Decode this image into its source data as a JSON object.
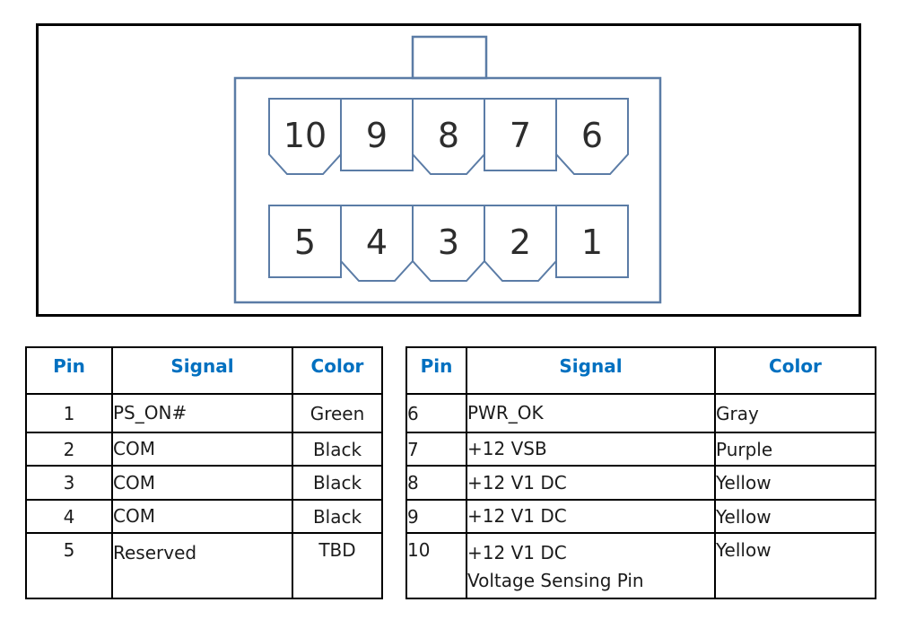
{
  "connector": {
    "outline_color": "#5b7ca6",
    "pin_number_color": "#2d2d2d",
    "rows": [
      {
        "pins": [
          {
            "label": "10",
            "chamfered": true
          },
          {
            "label": "9",
            "chamfered": false
          },
          {
            "label": "8",
            "chamfered": true
          },
          {
            "label": "7",
            "chamfered": false
          },
          {
            "label": "6",
            "chamfered": true
          }
        ]
      },
      {
        "pins": [
          {
            "label": "5",
            "chamfered": false
          },
          {
            "label": "4",
            "chamfered": true
          },
          {
            "label": "3",
            "chamfered": true
          },
          {
            "label": "2",
            "chamfered": true
          },
          {
            "label": "1",
            "chamfered": false
          }
        ]
      }
    ]
  },
  "tables": {
    "header_text_color": "#0070C0",
    "body_text_color": "#1c1c1c",
    "left": {
      "headers": [
        "Pin",
        "Signal",
        "Color"
      ],
      "rows": [
        {
          "pin": "1",
          "signal": "PS_ON#",
          "color": "Green"
        },
        {
          "pin": "2",
          "signal": "COM",
          "color": "Black"
        },
        {
          "pin": "3",
          "signal": "COM",
          "color": "Black"
        },
        {
          "pin": "4",
          "signal": "COM",
          "color": "Black"
        },
        {
          "pin": "5",
          "signal": "Reserved",
          "color": "TBD"
        }
      ]
    },
    "right": {
      "headers": [
        "Pin",
        "Signal",
        "Color"
      ],
      "rows": [
        {
          "pin": "6",
          "signal": "PWR_OK",
          "color": "Gray"
        },
        {
          "pin": "7",
          "signal": "+12 VSB",
          "color": "Purple"
        },
        {
          "pin": "8",
          "signal": "+12 V1 DC",
          "color": "Yellow"
        },
        {
          "pin": "9",
          "signal": "+12 V1 DC",
          "color": "Yellow"
        },
        {
          "pin": "10",
          "signal": "+12 V1 DC",
          "signal_line2": "Voltage Sensing Pin",
          "color": "Yellow"
        }
      ]
    }
  }
}
